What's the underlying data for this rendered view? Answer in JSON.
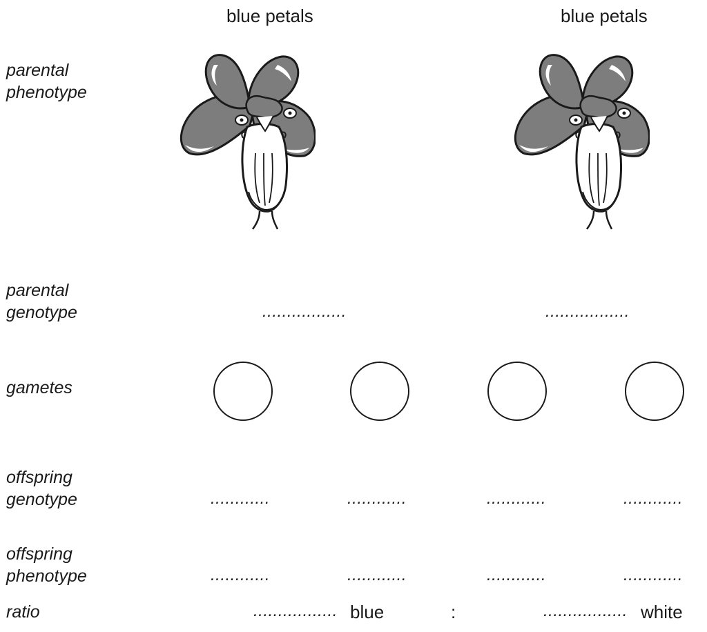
{
  "header": {
    "flower_left_label": "blue petals",
    "flower_right_label": "blue petals"
  },
  "rows": {
    "parental_phenotype": "parental\nphenotype",
    "parental_genotype": "parental\ngenotype",
    "gametes": "gametes",
    "offspring_genotype": "offspring\ngenotype",
    "offspring_phenotype": "offspring\nphenotype",
    "ratio": "ratio"
  },
  "blanks": {
    "long": ".................",
    "short": "............"
  },
  "ratio": {
    "left_word": "blue",
    "separator": ":",
    "right_word": "white"
  },
  "colors": {
    "petal_fill": "#7d7d7d",
    "highlight": "#ffffff",
    "outline": "#1a1a1a"
  },
  "icons": {
    "flower": "flower-icon",
    "gamete": "circle-icon"
  }
}
